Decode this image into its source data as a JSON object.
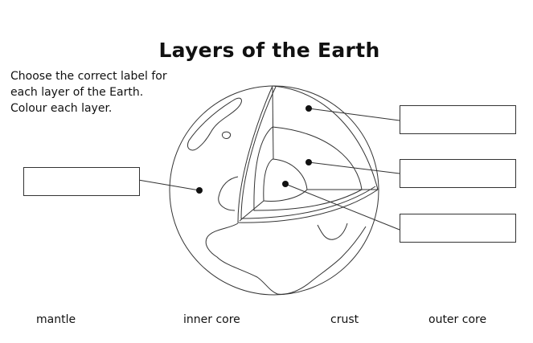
{
  "title": "Layers of the Earth",
  "instructions": [
    "Choose the correct label for",
    "each layer of the Earth.",
    "Colour each layer."
  ],
  "label_boxes": [
    "",
    "",
    "",
    ""
  ],
  "word_bank": [
    "mantle",
    "inner core",
    "crust",
    "outer core"
  ]
}
